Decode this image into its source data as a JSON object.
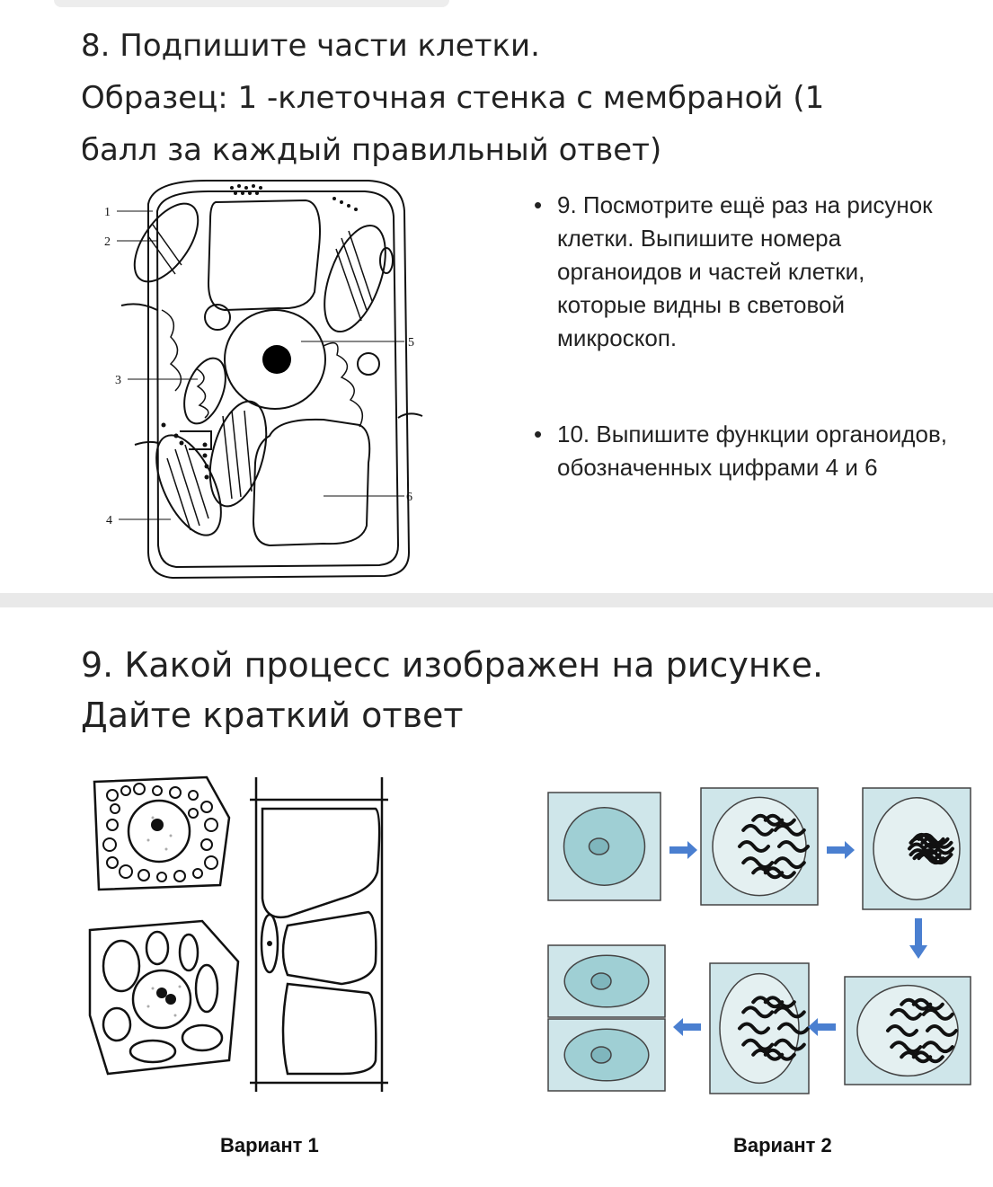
{
  "task8": {
    "title_line1": "8. Подпишите части клетки.",
    "title_line2": "Образец: 1 -клеточная стенка с мембраной (1",
    "title_line3": "балл за каждый правильный ответ)"
  },
  "cell_labels": [
    "1",
    "2",
    "3",
    "4",
    "5",
    "6"
  ],
  "bullets": {
    "task9_text": "9. Посмотрите ещё раз на рисунок клетки. Выпишите номера органоидов и частей клетки, которые видны в световой микроскоп.",
    "task10_text": "10. Выпишите функции органоидов, обозначенных цифрами 4 и 6"
  },
  "task9_process": {
    "title_line1": "9. Какой процесс изображен на рисунке.",
    "title_line2": "Дайте краткий ответ"
  },
  "captions": {
    "variant1": "Вариант 1",
    "variant2": "Вариант 2"
  },
  "colors": {
    "mitosis_cell_fill": "#cfe6ea",
    "nucleus_fill": "#9fcfd4",
    "arrow_blue": "#4a7fd0"
  },
  "icons": {
    "bullet": "bullet-dot-icon",
    "flow_arrow": "arrow-right-icon"
  }
}
